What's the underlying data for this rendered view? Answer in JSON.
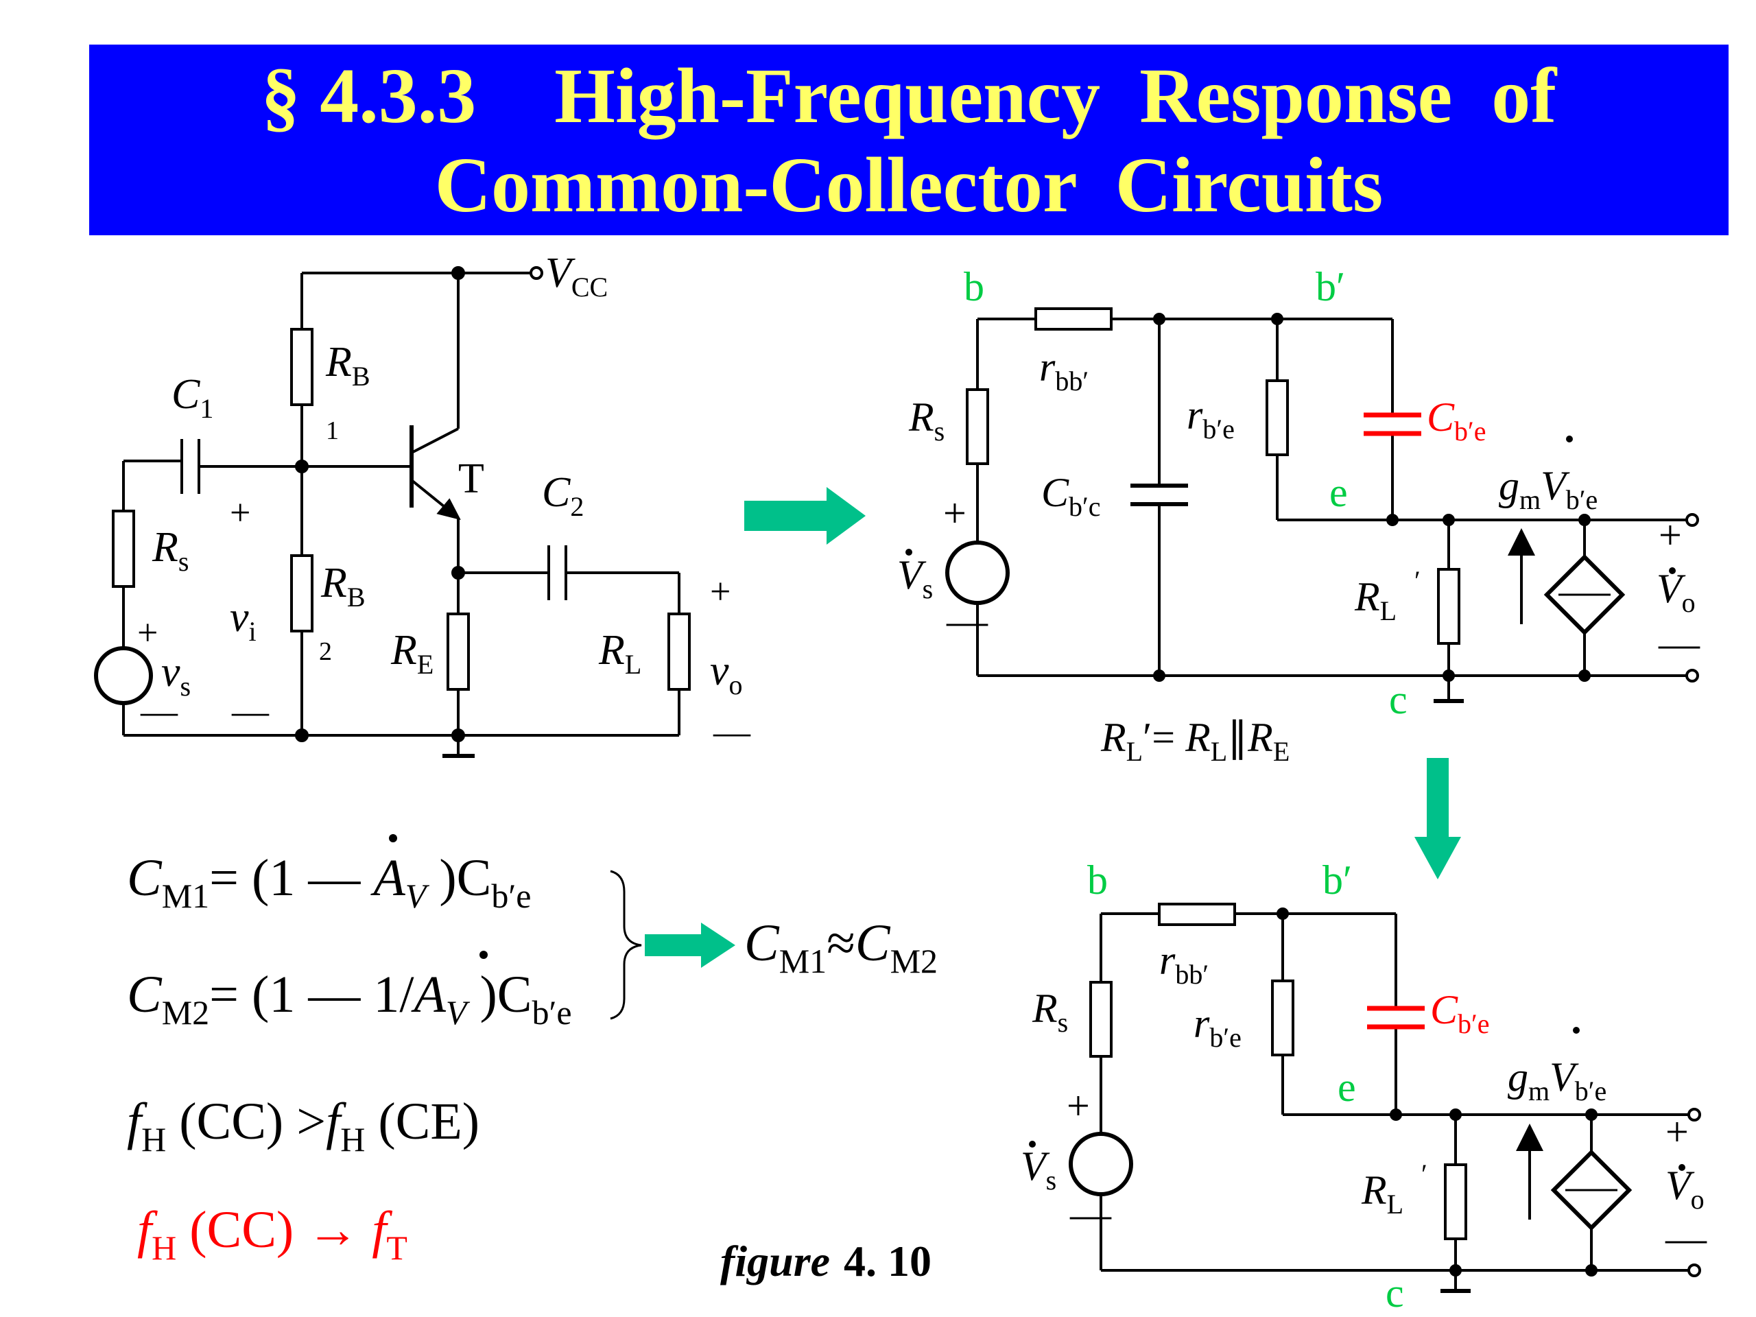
{
  "title": {
    "line1": "§ 4.3.3    High-Frequency  Response  of",
    "line2": "Common-Collector  Circuits"
  },
  "colors": {
    "title_bg": "#0000ff",
    "title_text": "#ffff66",
    "node_label": "#00cc44",
    "highlight": "#ff0000",
    "arrow": "#00c08a"
  },
  "circuit_left": {
    "vcc": "V",
    "vcc_sub": "CC",
    "c1": "C",
    "c1_sub": "1",
    "rb1": "R",
    "rb1_sub": "B",
    "rb1_idx": "1",
    "rb2": "R",
    "rb2_sub": "B",
    "rb2_idx": "2",
    "transistor": "T",
    "c2": "C",
    "c2_sub": "2",
    "rs": "R",
    "rs_sub": "s",
    "vs": "v",
    "vs_sub": "s",
    "vi": "v",
    "vi_sub": "i",
    "re": "R",
    "re_sub": "E",
    "rl": "R",
    "rl_sub": "L",
    "vo": "v",
    "vo_sub": "o",
    "plus": "+",
    "minus": "—"
  },
  "circuit_equiv": {
    "node_b": "b",
    "node_bp": "b′",
    "node_e": "e",
    "node_c": "c",
    "rbb": "r",
    "rbb_sub": "bb′",
    "rbe": "r",
    "rbe_sub": "b′e",
    "cbe": "C",
    "cbe_sub": "b′e",
    "cbc": "C",
    "cbc_sub": "b′c",
    "rs": "R",
    "rs_sub": "s",
    "vs": "V",
    "vs_sub": "s",
    "rl": "R",
    "rl_sub": "L",
    "prime": "′",
    "gm": "g",
    "gm_sub": "m",
    "gm_v": "V",
    "gm_v_sub": "b′e",
    "vo": "V",
    "vo_sub": "o",
    "rl_eq_lhs": "R",
    "rl_eq_lhs_sub": "L",
    "rl_eq_mid": "′= ",
    "rl_eq_r": "R",
    "rl_eq_r_sub": "L",
    "rl_eq_par": "∥",
    "rl_eq_re": "R",
    "rl_eq_re_sub": "E"
  },
  "equations": {
    "cm1_lhs": "C",
    "cm1_sub": "M1",
    "cm1_rhs_a": "= (1 — ",
    "cm1_av": "A",
    "cm1_av_sub": "V",
    "cm1_rhs_b": " )C",
    "cm1_cb_sub": "b′e",
    "cm2_lhs": "C",
    "cm2_sub": "M2",
    "cm2_rhs_a": "= (1 — 1/",
    "cm2_av": "A",
    "cm2_av_sub": "V",
    "cm2_rhs_b": " )C",
    "cm2_cb_sub": "b′e",
    "approx_a": "C",
    "approx_a_sub": "M1",
    "approx_sym": "≈",
    "approx_b": "C",
    "approx_b_sub": "M2",
    "fh_a": "f",
    "fh_a_sub": "H",
    "fh_a_rest": " (CC) ",
    "fh_gt": ">",
    "fh_b": "f",
    "fh_b_sub": "H",
    "fh_b_rest": " (CE)",
    "ft_a": "f",
    "ft_a_sub": "H",
    "ft_rest": " (CC) → ",
    "ft_b": "f",
    "ft_b_sub": "T"
  },
  "caption": {
    "word": "figure",
    "number": "4. 10"
  }
}
